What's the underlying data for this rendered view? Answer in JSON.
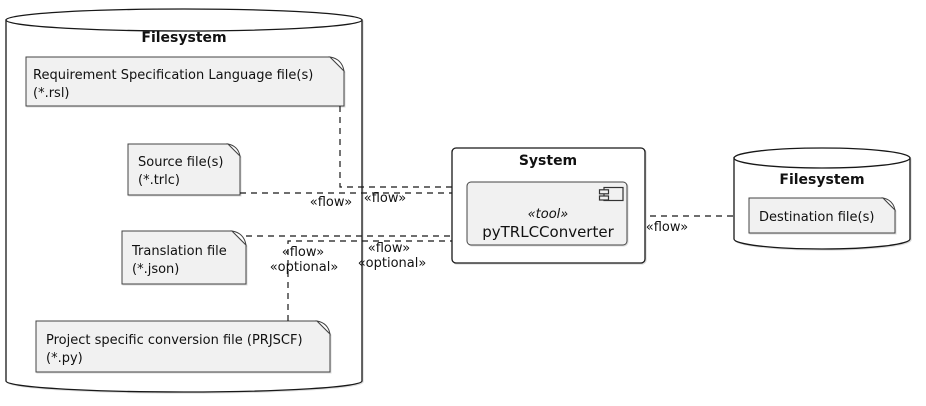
{
  "diagram": {
    "type": "uml-deployment-diagram",
    "colors": {
      "node_fill": "#f1f1f1",
      "container_fill": "#ffffff",
      "line": "#181818",
      "text": "#111111"
    },
    "source_filesystem": {
      "title": "Filesystem",
      "rsl_file": {
        "line1": "Requirement Specification Language file(s)",
        "line2": "(*.rsl)"
      },
      "source_file": {
        "line1": "Source file(s)",
        "line2": "(*.trlc)"
      },
      "translation_file": {
        "line1": "Translation file",
        "line2": "(*.json)"
      },
      "conversion_file": {
        "line1": "Project specific conversion file (PRJSCF)",
        "line2": "(*.py)"
      }
    },
    "system": {
      "title": "System",
      "component": {
        "stereotype": "«tool»",
        "name": "pyTRLCConverter"
      }
    },
    "destination_filesystem": {
      "title": "Filesystem",
      "destination_file": {
        "line1": "Destination file(s)"
      }
    },
    "edge_labels": {
      "source_flow": "«flow»",
      "rsl_flow": "«flow»",
      "prjscf_flow": "«flow»",
      "prjscf_optional": "«optional»",
      "translation_flow": "«flow»",
      "translation_optional": "«optional»",
      "destination_flow": "«flow»"
    }
  }
}
